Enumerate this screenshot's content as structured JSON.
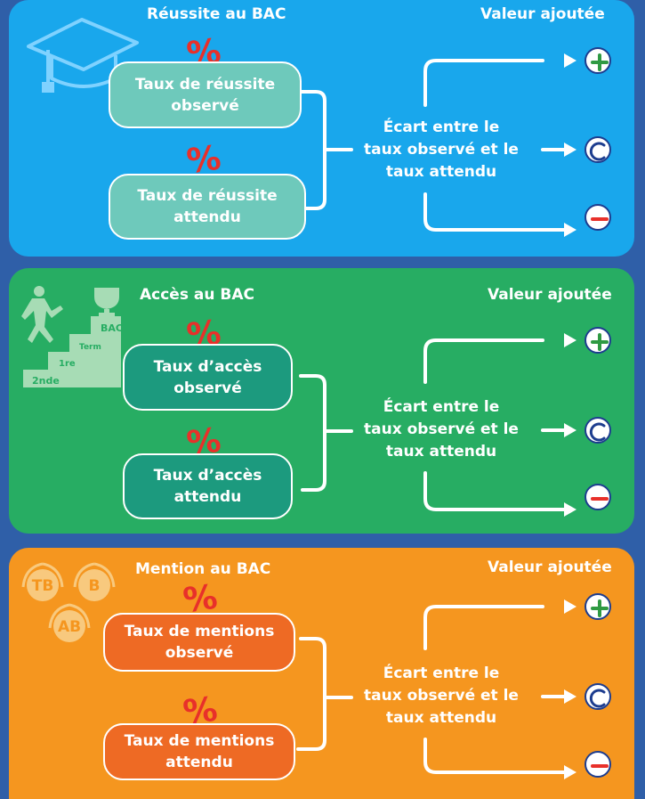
{
  "percent_symbol": "%",
  "ecart": [
    "Écart entre le",
    "taux observé et le",
    "taux attendu"
  ],
  "valeur_ajoutee": "Valeur ajoutée",
  "colors": {
    "panel_blue": "#19a7ec",
    "panel_green": "#27ad63",
    "panel_orange": "#f5961f",
    "box_blue": "#6ec9bb",
    "box_green": "#1c9a7e",
    "box_orange": "#ee6a24",
    "plus": "#2f9a43",
    "minus": "#e8302a",
    "badge_border": "#1d3d8f"
  },
  "sections": [
    {
      "title": "Réussite au BAC",
      "box_observed": [
        "Taux de réussite",
        "observé"
      ],
      "box_expected": [
        "Taux de réussite",
        "attendu"
      ]
    },
    {
      "title": "Accès au BAC",
      "box_observed": [
        "Taux d’accès",
        "observé"
      ],
      "box_expected": [
        "Taux d’accès",
        "attendu"
      ],
      "stairs": {
        "bac": "BAC",
        "term": "Term",
        "first": "1re",
        "second": "2nde"
      }
    },
    {
      "title": "Mention au BAC",
      "box_observed": [
        "Taux de mentions",
        "observé"
      ],
      "box_expected": [
        "Taux de mentions",
        "attendu"
      ],
      "laurels": [
        "TB",
        "B",
        "AB"
      ]
    }
  ]
}
